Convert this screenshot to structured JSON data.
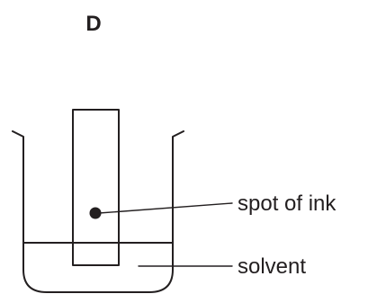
{
  "diagram": {
    "option_letter": "D",
    "labels": {
      "spot": "spot of ink",
      "solvent": "solvent"
    }
  }
}
